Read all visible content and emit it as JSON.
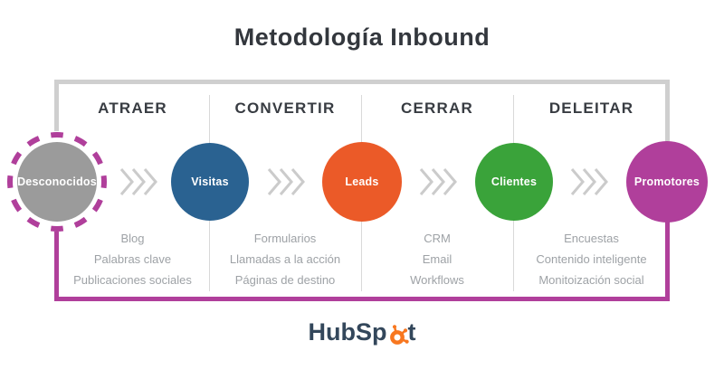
{
  "title": "Metodología Inbound",
  "stages": [
    {
      "label": "ATRAER",
      "items": [
        "Blog",
        "Palabras clave",
        "Publicaciones sociales"
      ]
    },
    {
      "label": "CONVERTIR",
      "items": [
        "Formularios",
        "Llamadas a la acción",
        "Páginas de destino"
      ]
    },
    {
      "label": "CERRAR",
      "items": [
        "CRM",
        "Email",
        "Workflows"
      ]
    },
    {
      "label": "DELEITAR",
      "items": [
        "Encuestas",
        "Contenido inteligente",
        "Monitoización social"
      ]
    }
  ],
  "circles": [
    {
      "label": "Desconocidos",
      "color": "#9B9B9B"
    },
    {
      "label": "Visitas",
      "color": "#2A6291"
    },
    {
      "label": "Leads",
      "color": "#EB5A28"
    },
    {
      "label": "Clientes",
      "color": "#3AA33A"
    },
    {
      "label": "Promotores",
      "color": "#B03F9B"
    }
  ],
  "logo": {
    "prefix": "HubSp",
    "suffix": "t",
    "sprocket_icon": "hubspot-sprocket-icon"
  },
  "colors": {
    "title_text": "#33373D",
    "stage_label_text": "#383C42",
    "list_text": "#9EA2A6",
    "frame_top": "#CFCFCF",
    "frame_bottom": "#B03F9B",
    "divider": "#D9D9D9",
    "chevron": "#CBCBCB",
    "dashed_ring": "#B03F9B",
    "logo_text": "#33475B",
    "logo_orange": "#F8771F"
  }
}
